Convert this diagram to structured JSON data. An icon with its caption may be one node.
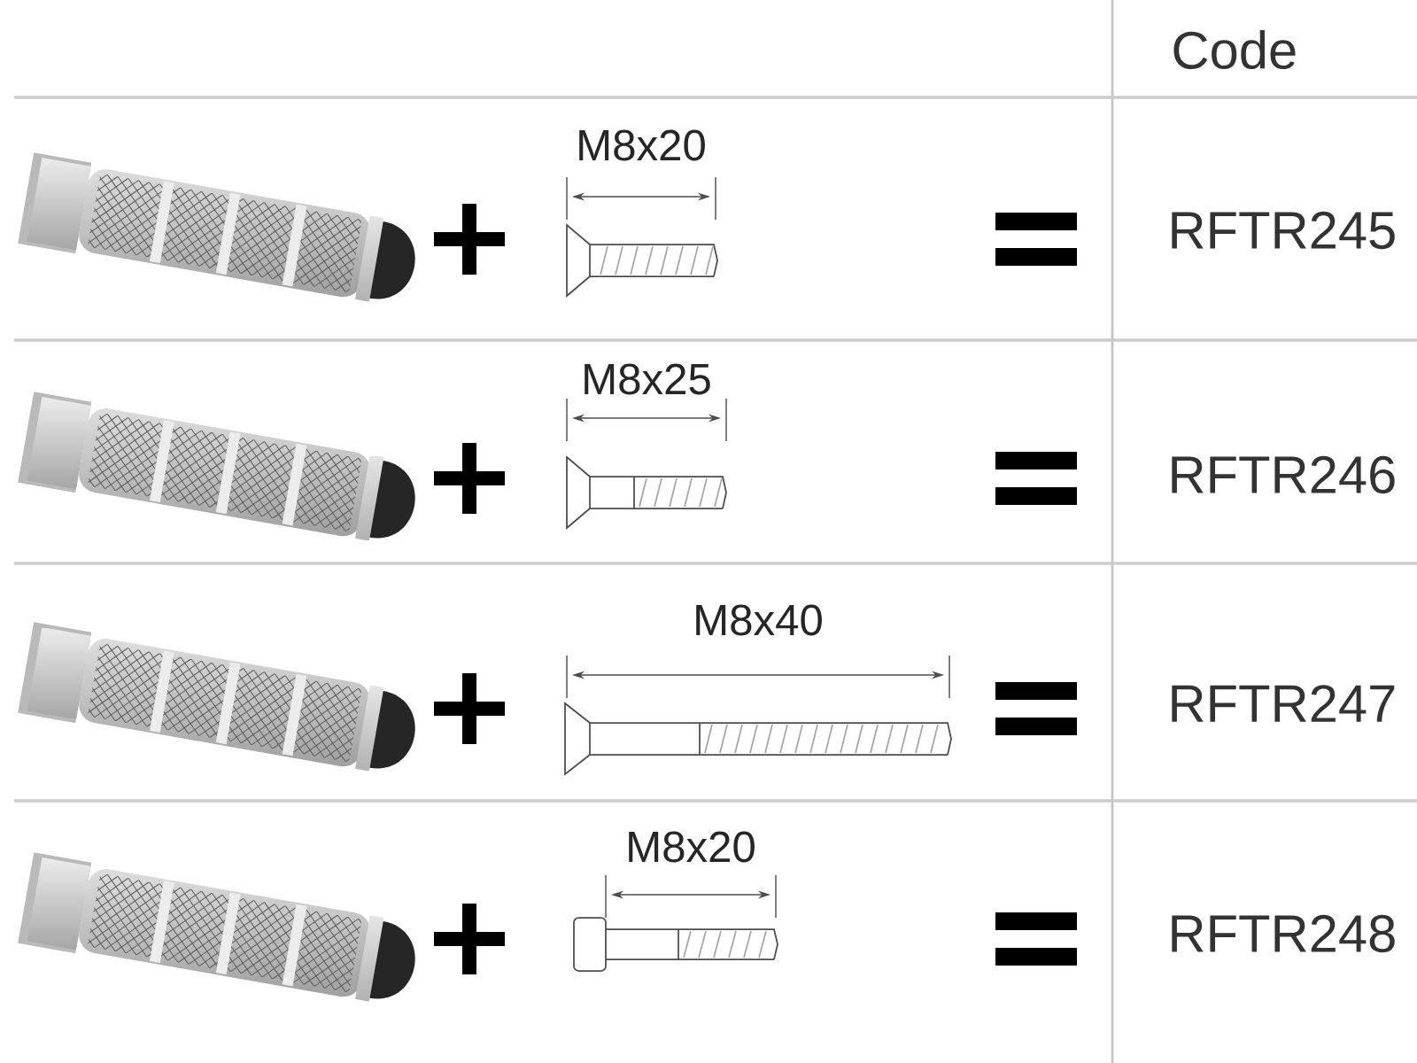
{
  "diagram": {
    "labels": [
      "Code",
      "M8x20",
      "RFTR245",
      "M8x25",
      "RFTR246",
      "M8x40",
      "RFTR247",
      "M8x20",
      "RFTR248"
    ]
  }
}
